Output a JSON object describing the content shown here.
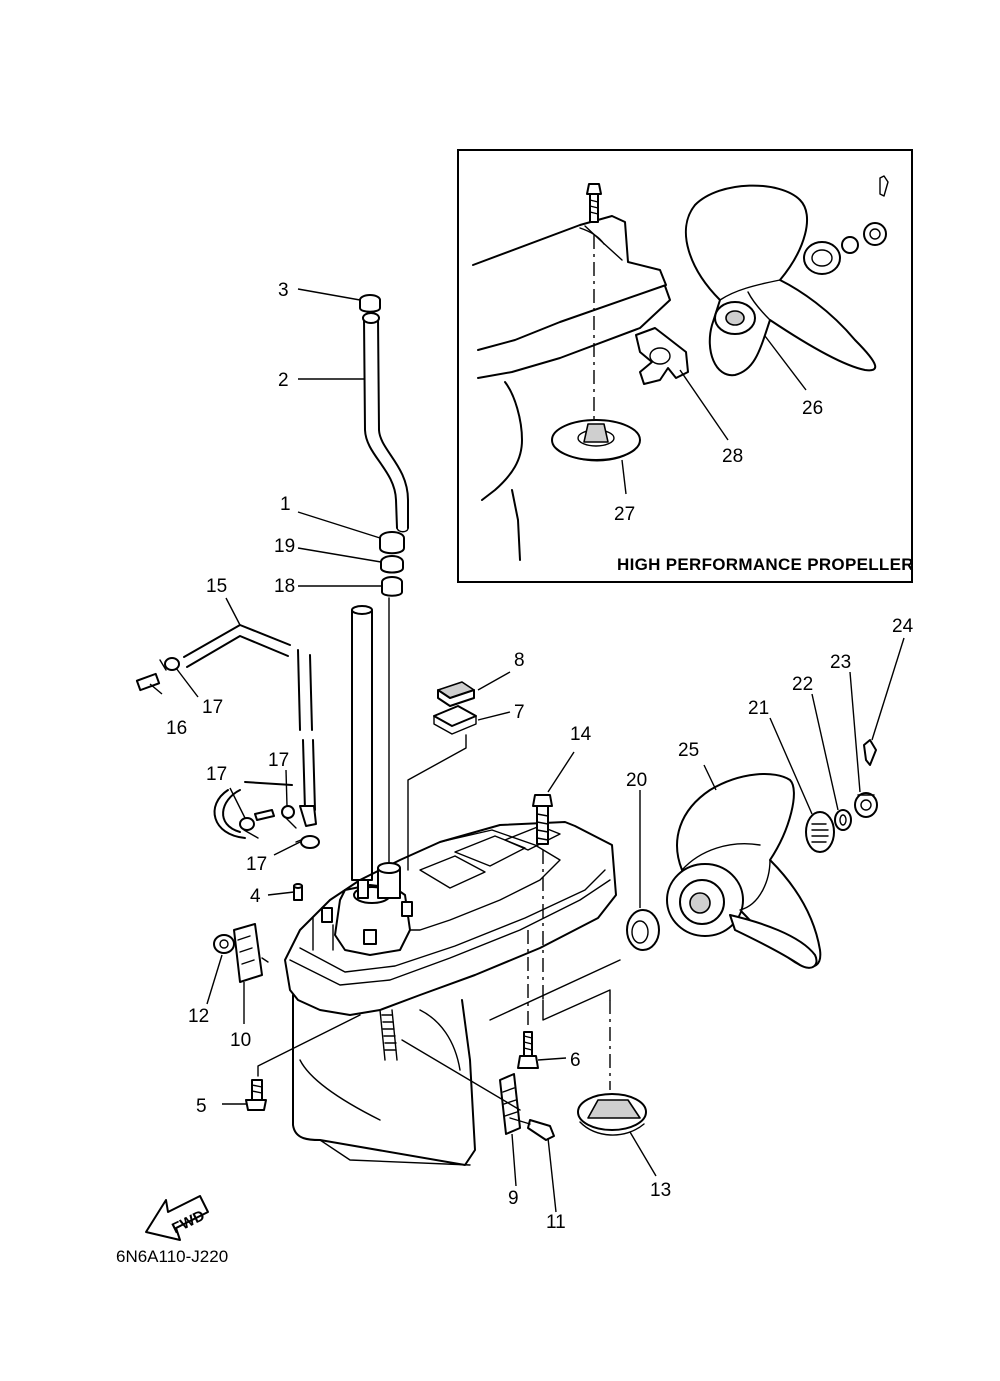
{
  "inset": {
    "caption": "HIGH PERFORMANCE PROPELLER"
  },
  "diagram_code": "6N6A110-J220",
  "direction_arrow": "FWD",
  "callouts": [
    {
      "id": "c1",
      "label": "1"
    },
    {
      "id": "c2",
      "label": "2"
    },
    {
      "id": "c3",
      "label": "3"
    },
    {
      "id": "c4",
      "label": "4"
    },
    {
      "id": "c5",
      "label": "5"
    },
    {
      "id": "c6",
      "label": "6"
    },
    {
      "id": "c7",
      "label": "7"
    },
    {
      "id": "c8",
      "label": "8"
    },
    {
      "id": "c9",
      "label": "9"
    },
    {
      "id": "c10",
      "label": "10"
    },
    {
      "id": "c11",
      "label": "11"
    },
    {
      "id": "c12",
      "label": "12"
    },
    {
      "id": "c13",
      "label": "13"
    },
    {
      "id": "c14",
      "label": "14"
    },
    {
      "id": "c15",
      "label": "15"
    },
    {
      "id": "c16",
      "label": "16"
    },
    {
      "id": "c17a",
      "label": "17"
    },
    {
      "id": "c17b",
      "label": "17"
    },
    {
      "id": "c17c",
      "label": "17"
    },
    {
      "id": "c17d",
      "label": "17"
    },
    {
      "id": "c18",
      "label": "18"
    },
    {
      "id": "c19",
      "label": "19"
    },
    {
      "id": "c20",
      "label": "20"
    },
    {
      "id": "c21",
      "label": "21"
    },
    {
      "id": "c22",
      "label": "22"
    },
    {
      "id": "c23",
      "label": "23"
    },
    {
      "id": "c24",
      "label": "24"
    },
    {
      "id": "c25",
      "label": "25"
    },
    {
      "id": "c26",
      "label": "26"
    },
    {
      "id": "c27",
      "label": "27"
    },
    {
      "id": "c28",
      "label": "28"
    }
  ]
}
